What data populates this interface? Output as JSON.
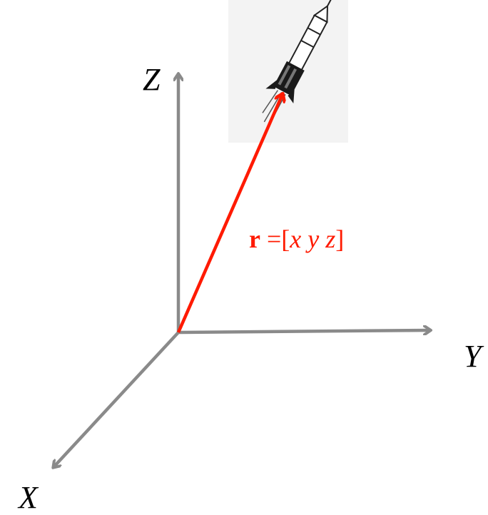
{
  "axes": {
    "z_label": "Z",
    "y_label": "Y",
    "x_label": "X",
    "color": "#8a8a8a"
  },
  "vector": {
    "symbol": "r",
    "equals": " =[",
    "x": "x",
    "y": "y",
    "z": "z",
    "close": "]",
    "color": "#ff1a00"
  },
  "object": {
    "icon": "rocket-icon"
  }
}
